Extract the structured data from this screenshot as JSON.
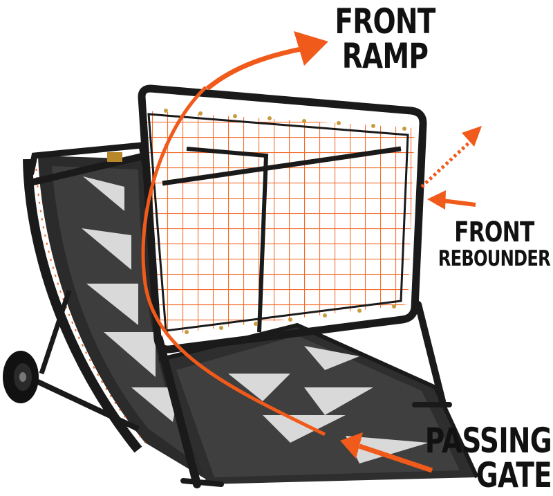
{
  "labels": {
    "front_ramp": [
      "FRONT",
      "RAMP"
    ],
    "front_rebounder": [
      "FRONT",
      "REBOUNDER"
    ],
    "passing_gate": [
      "PASSING",
      "GATE"
    ]
  },
  "colors": {
    "accent": "#f05a1a",
    "frame": "#1a1a1a",
    "mesh": "#3a3a3a",
    "net": "#f26522",
    "text": "#111111"
  }
}
